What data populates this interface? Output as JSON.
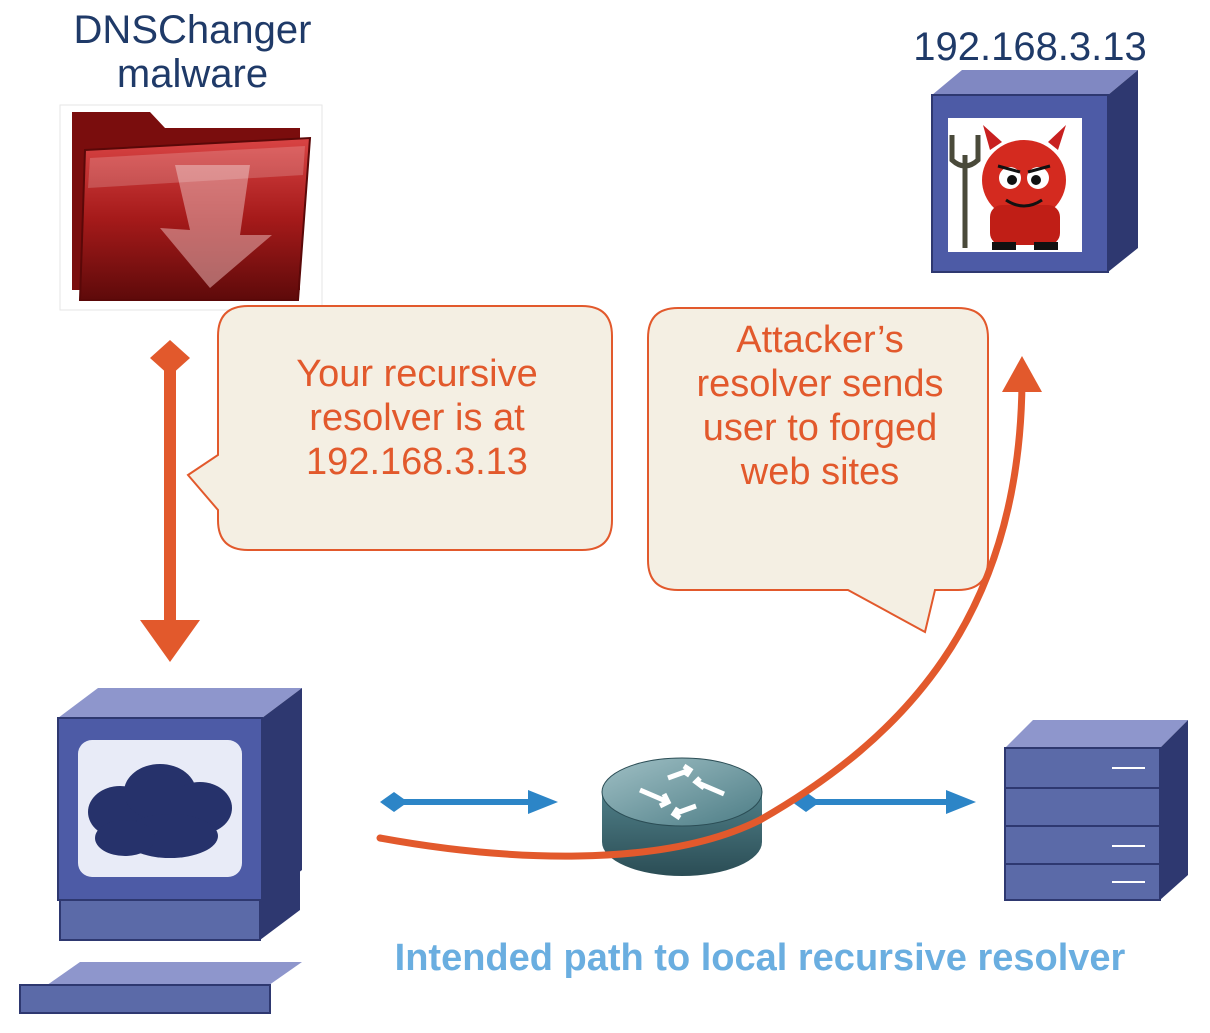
{
  "labels": {
    "malware": "DNSChanger malware",
    "attacker_ip": "192.168.3.13"
  },
  "callouts": {
    "malware_message": "Your recursive resolver is at 192.168.3.13",
    "attacker_message": "Attacker’s resolver sends user to forged web sites"
  },
  "caption": "Intended path to local recursive resolver",
  "colors": {
    "attack_path": "#e2592c",
    "normal_path": "#2c85c7",
    "caption": "#6aaee0",
    "label": "#1f3a68",
    "callout_fill": "#f4efe3",
    "device_body": "#5b6aa8"
  },
  "icons": [
    "malware-folder-icon",
    "attacker-server-icon",
    "devil-icon",
    "user-computer-icon",
    "cloud-icon",
    "router-icon",
    "local-resolver-server-icon"
  ]
}
